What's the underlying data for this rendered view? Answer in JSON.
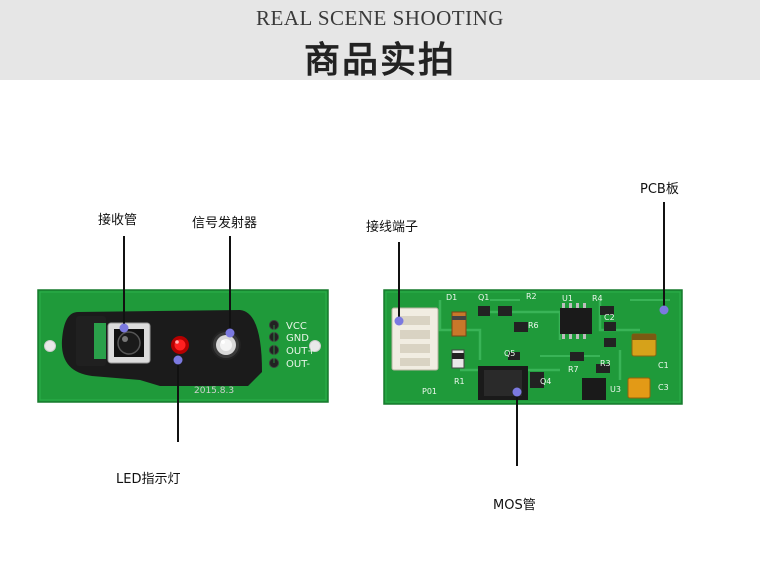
{
  "header": {
    "title_en": "REAL SCENE SHOOTING",
    "title_cn": "商品实拍"
  },
  "labels": {
    "receiver": "接收管",
    "transmitter": "信号发射器",
    "led": "LED指示灯",
    "terminal": "接线端子",
    "pcb": "PCB板",
    "mos": "MOS管"
  },
  "board_left": {
    "pins": [
      "VCC",
      "GND",
      "OUT+",
      "OUT-"
    ],
    "date": "2015.8.3"
  },
  "board_right": {
    "components": [
      "D1",
      "Q1",
      "R2",
      "U1",
      "R4",
      "R6",
      "C2",
      "C1",
      "Q5",
      "Q4",
      "R7",
      "R3",
      "U3",
      "P01",
      "R1",
      "C3"
    ]
  },
  "colors": {
    "header_bg": "#e6e6e6",
    "pcb_green": "#1f9a3a",
    "marker_dot": "#7b79e0",
    "leader_line": "#111111"
  }
}
